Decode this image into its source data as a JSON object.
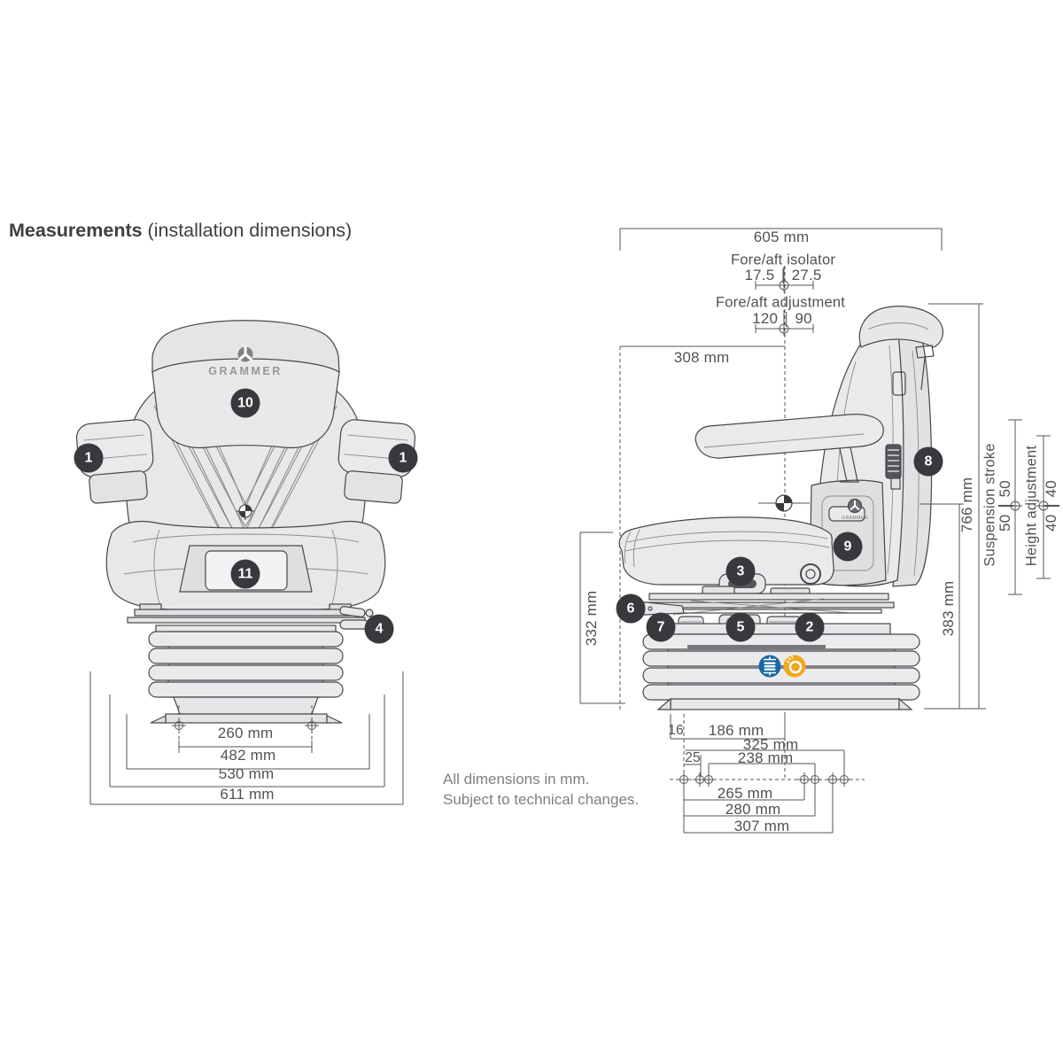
{
  "title": {
    "main": "Measurements",
    "suffix": " (installation dimensions)"
  },
  "note": {
    "line1": "All dimensions in mm.",
    "line2": "Subject to technical changes."
  },
  "brand": "GRAMMER",
  "front_view": {
    "callouts": {
      "armrest_left": "1",
      "armrest_right": "1",
      "backrest": "10",
      "seat_front_panel": "11",
      "side_lever": "4"
    },
    "dims": {
      "bolt_spacing": "260 mm",
      "inner_width": "482 mm",
      "mid_width": "530 mm",
      "overall_width": "611 mm"
    }
  },
  "side_view": {
    "callouts": {
      "backrest_knob": "8",
      "seat_handle": "3",
      "backrest_panel": "9",
      "fore_aft_lever": "6",
      "front_lower": "7",
      "center_lower": "5",
      "rear_lower": "2"
    },
    "dims": {
      "overall_depth": "605 mm",
      "isolator_label": "Fore/aft isolator",
      "isolator_left": "17.5",
      "isolator_right": "27.5",
      "adjustment_label": "Fore/aft adjustment",
      "adjustment_left": "120",
      "adjustment_right": "90",
      "cushion_depth": "308 mm",
      "overall_height": "766 mm",
      "stroke_label": "Suspension stroke",
      "stroke_left": "50",
      "stroke_right": "50",
      "height_label": "Height adjustment",
      "height_left": "40",
      "height_right": "40",
      "seat_height": "383 mm",
      "base_height": "332 mm",
      "front_offset": "16",
      "front_hole_span": "186 mm",
      "span_325": "325 mm",
      "span_25": "25",
      "span_238": "238 mm",
      "span_265": "265 mm",
      "span_280": "280 mm",
      "span_307": "307 mm"
    }
  },
  "icons": {
    "air_suspension_color": "#1769a4",
    "knob_color": "#f0a81c"
  }
}
